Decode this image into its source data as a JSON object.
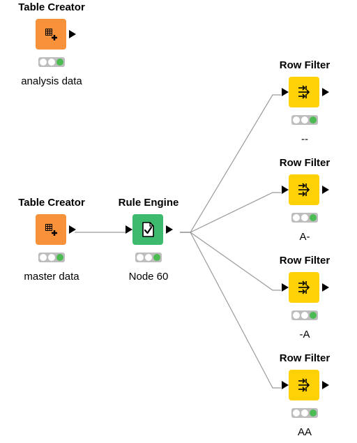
{
  "colors": {
    "source": "#F7913A",
    "manipulator": "#3DBA6D",
    "filter": "#FFD107",
    "wire": "#9a9a9a",
    "light_off": "#ffffff",
    "light_on": "#4CBB52"
  },
  "nodes": [
    {
      "title": "Table Creator",
      "label": "analysis data",
      "kind": "source",
      "icon": "table-plus-icon"
    },
    {
      "title": "Table Creator",
      "label": "master data",
      "kind": "source",
      "icon": "table-plus-icon"
    },
    {
      "title": "Rule Engine",
      "label": "Node 60",
      "kind": "manipulator",
      "icon": "rule-document-icon"
    },
    {
      "title": "Row Filter",
      "label": "--",
      "kind": "filter",
      "icon": "filter-arrows-icon"
    },
    {
      "title": "Row Filter",
      "label": "A-",
      "kind": "filter",
      "icon": "filter-arrows-icon"
    },
    {
      "title": "Row Filter",
      "label": "-A",
      "kind": "filter",
      "icon": "filter-arrows-icon"
    },
    {
      "title": "Row Filter",
      "label": "AA",
      "kind": "filter",
      "icon": "filter-arrows-icon"
    }
  ],
  "connections": [
    {
      "from": "Table Creator (master data)",
      "to": "Rule Engine (Node 60)"
    },
    {
      "from": "Rule Engine (Node 60)",
      "to": "Row Filter (--)"
    },
    {
      "from": "Rule Engine (Node 60)",
      "to": "Row Filter (A-)"
    },
    {
      "from": "Rule Engine (Node 60)",
      "to": "Row Filter (-A)"
    },
    {
      "from": "Rule Engine (Node 60)",
      "to": "Row Filter (AA)"
    }
  ]
}
